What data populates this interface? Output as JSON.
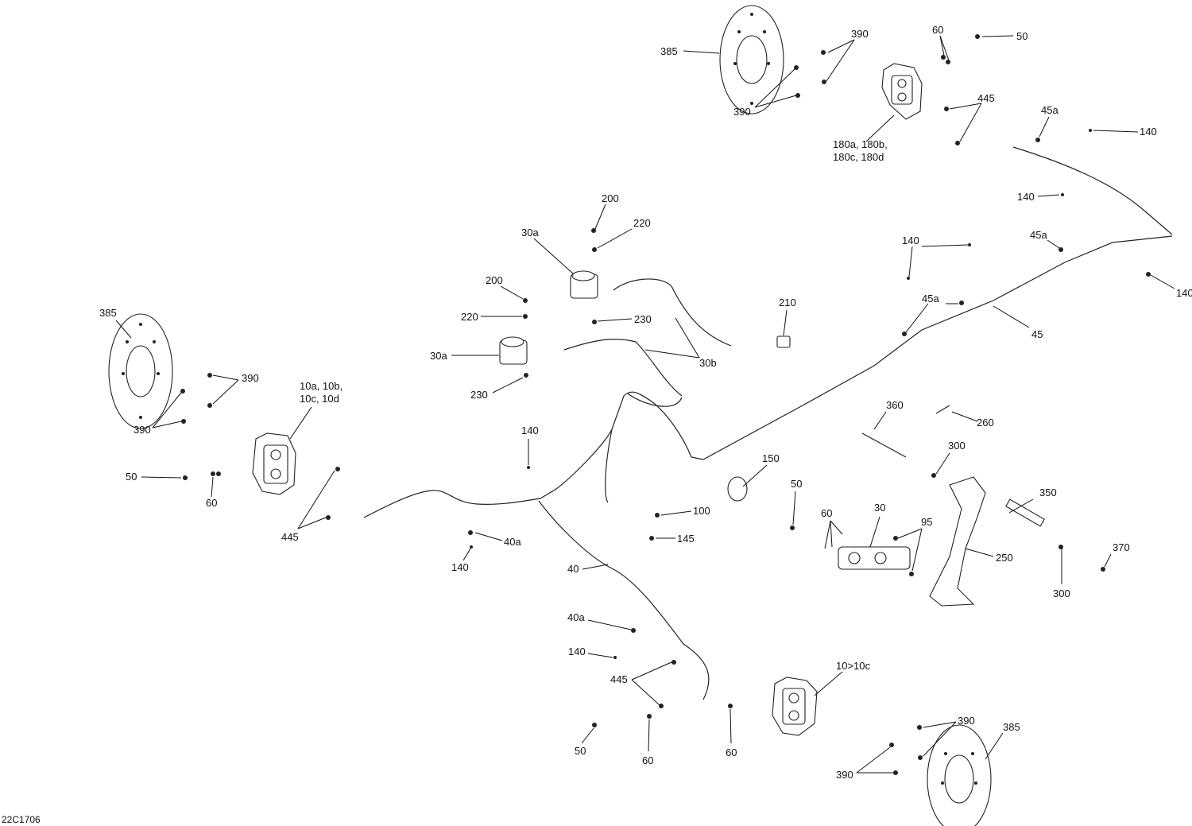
{
  "diagram_id": "22C1706",
  "labels": {
    "l385_top": "385",
    "l390_top1": "390",
    "l390_top2": "390",
    "l60_top": "60",
    "l50_top": "50",
    "l445_top": "445",
    "l45a_top": "45a",
    "l140_tr": "140",
    "l180a": "180a, 180b,",
    "l180c": "180c, 180d",
    "l140_r2": "140",
    "l200_a": "200",
    "l220_a": "220",
    "l30a_a": "30a",
    "l200_b": "200",
    "l220_b": "220",
    "l230_a": "230",
    "l30a_b": "30a",
    "l230_b": "230",
    "l30b": "30b",
    "l210": "210",
    "l140_mid": "140",
    "l45a_mid": "45a",
    "l45a_r": "45a",
    "l140_r3": "140",
    "l45": "45",
    "l385_left": "385",
    "l390_l1": "390",
    "l390_l2": "390",
    "l10a": "10a, 10b,",
    "l10c": "10c, 10d",
    "l50_left": "50",
    "l60_left": "60",
    "l445_left": "445",
    "l140_c": "140",
    "l40a_1": "40a",
    "l140_c2": "140",
    "l40": "40",
    "l360": "360",
    "l260": "260",
    "l300_a": "300",
    "l150": "150",
    "l100": "100",
    "l145": "145",
    "l50_mid": "50",
    "l60_mid": "60",
    "l30": "30",
    "l95": "95",
    "l350": "350",
    "l250": "250",
    "l370": "370",
    "l300_b": "300",
    "l40a_2": "40a",
    "l140_b": "140",
    "l445_b": "445",
    "l10c_b": "10>10c",
    "l50_b": "50",
    "l60_b1": "60",
    "l60_b2": "60",
    "l390_b1": "390",
    "l390_b2": "390",
    "l385_b": "385"
  }
}
